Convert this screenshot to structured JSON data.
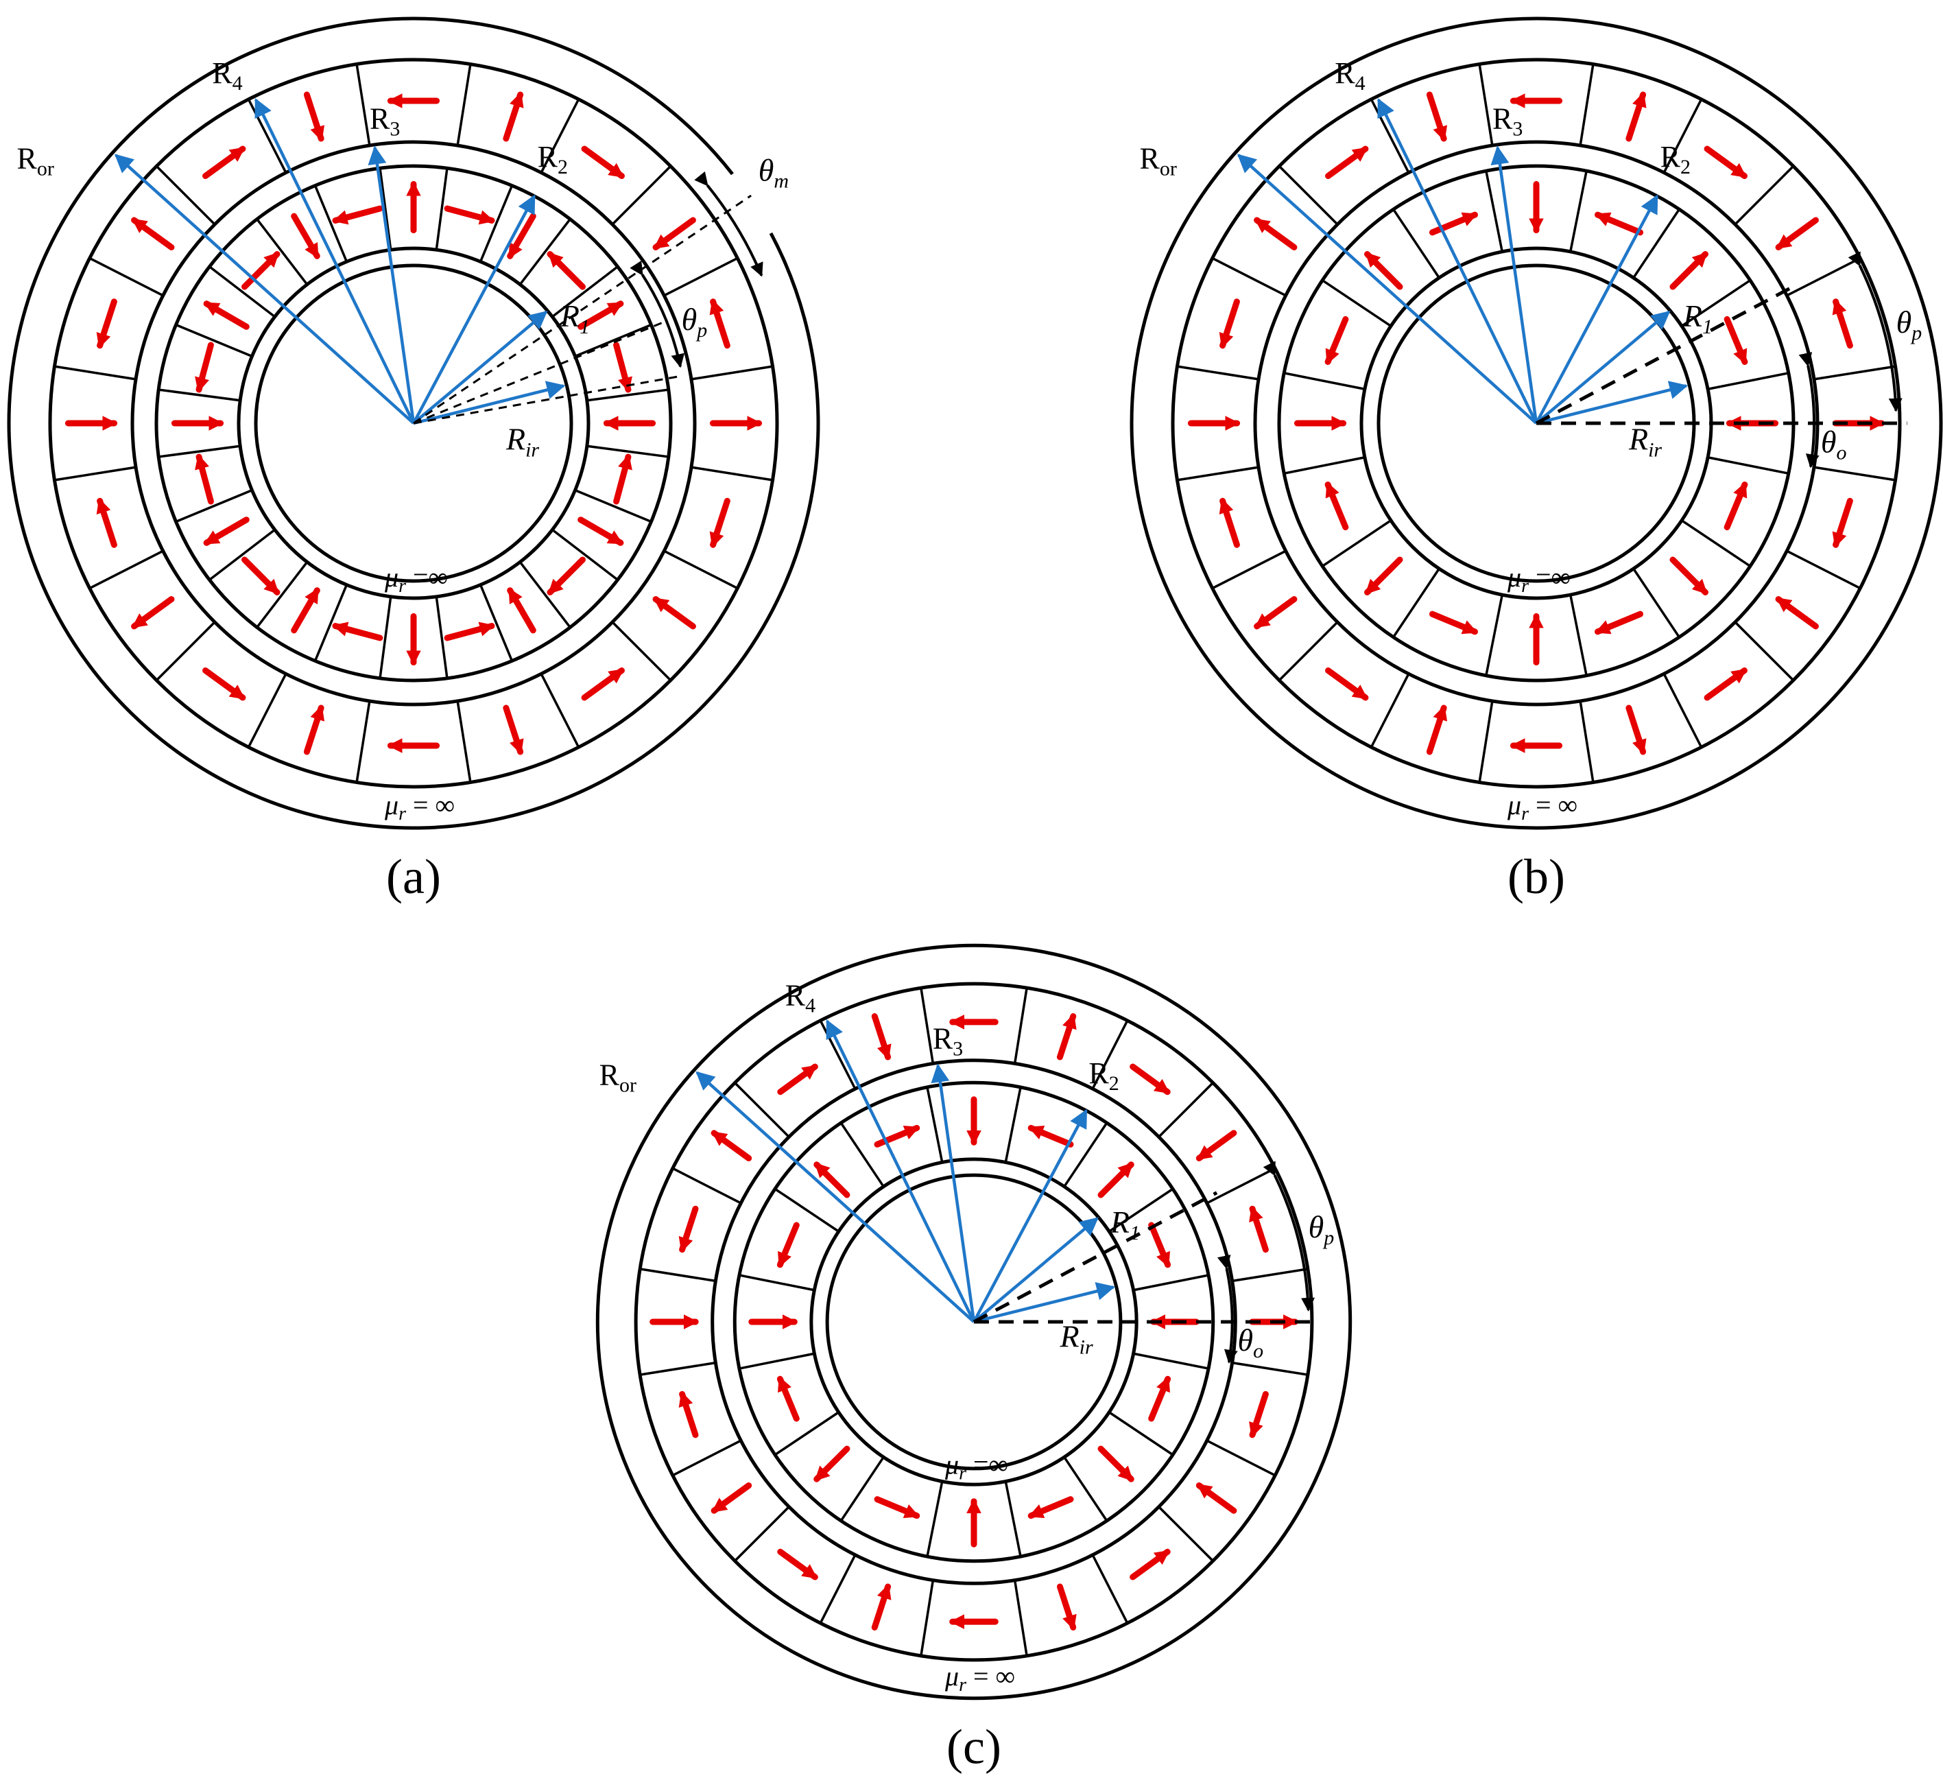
{
  "panels": [
    {
      "id": "a",
      "caption": "(a)",
      "labels": {
        "r_or": "R",
        "r_or_sub": "or",
        "r4": "R",
        "r4_sub": "4",
        "r3": "R",
        "r3_sub": "3",
        "r2": "R",
        "r2_sub": "2",
        "r1": "R",
        "r1_sub": "1",
        "r_ir": "R",
        "r_ir_sub": "ir",
        "angle1": "θ",
        "angle1_sub": "m",
        "angle2": "θ",
        "angle2_sub": "p",
        "mu_inner": "μ",
        "mu_inner_sub": "r",
        "mu_inner_val": " =∞",
        "mu_outer": "μ",
        "mu_outer_sub": "r",
        "mu_outer_val": " = ∞"
      }
    },
    {
      "id": "b",
      "caption": "(b)",
      "labels": {
        "r_or": "R",
        "r_or_sub": "or",
        "r4": "R",
        "r4_sub": "4",
        "r3": "R",
        "r3_sub": "3",
        "r2": "R",
        "r2_sub": "2",
        "r1": "R",
        "r1_sub": "1",
        "r_ir": "R",
        "r_ir_sub": "ir",
        "angle1": "θ",
        "angle1_sub": "p",
        "angle2": "θ",
        "angle2_sub": "o",
        "mu_inner": "μ",
        "mu_inner_sub": "r",
        "mu_inner_val": " =∞",
        "mu_outer": "μ",
        "mu_outer_sub": "r",
        "mu_outer_val": " = ∞"
      }
    },
    {
      "id": "c",
      "caption": "(c)",
      "labels": {
        "r_or": "R",
        "r_or_sub": "or",
        "r4": "R",
        "r4_sub": "4",
        "r3": "R",
        "r3_sub": "3",
        "r2": "R",
        "r2_sub": "2",
        "r1": "R",
        "r1_sub": "1",
        "r_ir": "R",
        "r_ir_sub": "ir",
        "angle1": "θ",
        "angle1_sub": "p",
        "angle2": "θ",
        "angle2_sub": "o",
        "mu_inner": "μ",
        "mu_inner_sub": "r",
        "mu_inner_val": " =∞",
        "mu_outer": "μ",
        "mu_outer_sub": "r",
        "mu_outer_val": " = ∞"
      }
    }
  ],
  "colors": {
    "magnetization_arrow": "#e60000",
    "radius_vector": "#1f77c8",
    "outline": "#000000"
  }
}
